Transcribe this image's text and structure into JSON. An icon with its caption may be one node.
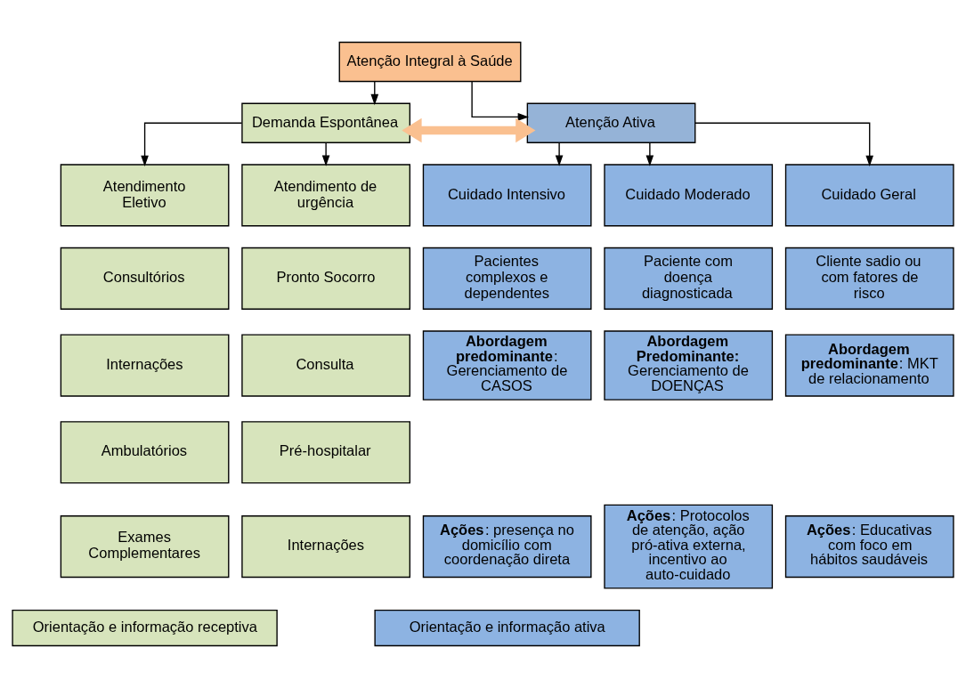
{
  "diagram": {
    "nodes": [
      {
        "text": [
          "Atenção Integral à Saúde"
        ]
      },
      {
        "text": [
          "Demanda Espontânea"
        ]
      },
      {
        "text": [
          "Atenção Ativa"
        ]
      },
      {
        "text": [
          "Atendimento Eletivo"
        ]
      },
      {
        "text": [
          "Atendimento de urgência"
        ]
      },
      {
        "text": [
          "Cuidado Intensivo"
        ]
      },
      {
        "text": [
          "Cuidado Moderado"
        ]
      },
      {
        "text": [
          "Cuidado Geral"
        ]
      },
      {
        "text": [
          "Consultórios"
        ]
      },
      {
        "text": [
          "Pronto Socorro"
        ]
      },
      {
        "text": [
          "Pacientes complexos e dependentes"
        ]
      },
      {
        "text": [
          "Paciente com doença diagnosticada"
        ]
      },
      {
        "text": [
          "Cliente sadio ou com fatores de risco"
        ]
      },
      {
        "text": [
          "Internações"
        ]
      },
      {
        "text": [
          "Consulta"
        ]
      },
      {
        "text": [
          "**Abordagem predominante**: Gerenciamento de CASOS"
        ]
      },
      {
        "text": [
          "**Abordagem Predominante:** Gerenciamento de DOENÇAS"
        ]
      },
      {
        "text": [
          "**Abordagem predominante**: MKT de relacionamento"
        ]
      },
      {
        "text": [
          "Ambulatórios"
        ]
      },
      {
        "text": [
          "Pré-hospitalar"
        ]
      },
      {
        "text": [
          "Exames Complementares"
        ]
      },
      {
        "text": [
          "Internações"
        ]
      },
      {
        "text": [
          "**Ações**: presença no domicílio com coordenação direta"
        ]
      },
      {
        "text": [
          "**Ações**: Protocolos de atenção, ação pró-ativa externa, incentivo ao auto-cuidado"
        ]
      },
      {
        "text": [
          "**Ações**: Educativas com foco em hábitos saudáveis"
        ]
      },
      {
        "text": [
          "Orientação e informação receptiva"
        ]
      },
      {
        "text": [
          "Orientação e informação ativa"
        ]
      }
    ],
    "edges": [
      {
        "from": 0,
        "to": 1,
        "arrow": "to"
      },
      {
        "from": 0,
        "to": 2,
        "arrow": "to"
      },
      {
        "from": 1,
        "to": 2,
        "arrow": "both",
        "style": "thick",
        "color": "#fac090"
      },
      {
        "from": 1,
        "to": 3,
        "arrow": "to"
      },
      {
        "from": 1,
        "to": 4,
        "arrow": "to"
      },
      {
        "from": 2,
        "to": 5,
        "arrow": "to"
      },
      {
        "from": 2,
        "to": 6,
        "arrow": "to"
      },
      {
        "from": 2,
        "to": 7,
        "arrow": "to"
      }
    ]
  }
}
